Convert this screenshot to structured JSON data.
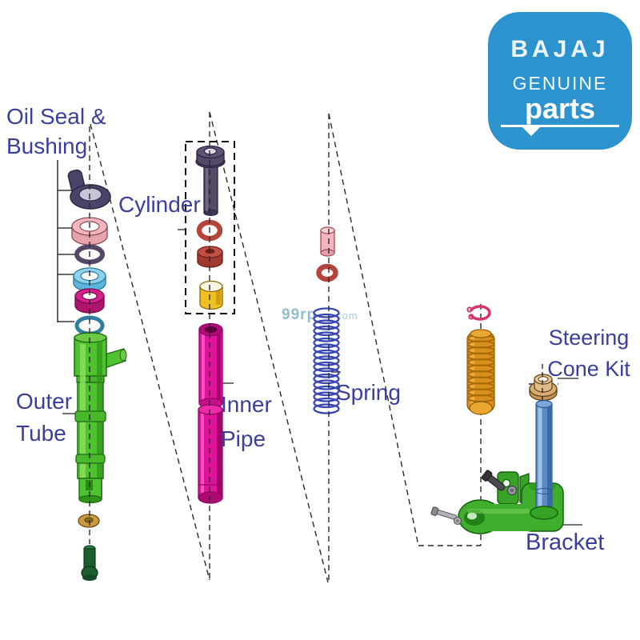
{
  "logo": {
    "brand": "BAJAJ",
    "genuine": "GENUINE",
    "parts": "parts",
    "bg_color": "#2d93cf",
    "text_color": "#ffffff"
  },
  "labels": {
    "color": "#3b3f9c",
    "oil_seal": {
      "line1": "Oil Seal &",
      "line2": "Bushing"
    },
    "cylinder": "Cylinder",
    "outer_tube": {
      "line1": "Outer",
      "line2": "Tube"
    },
    "inner_pipe": {
      "line1": "Inner",
      "line2": "Pipe"
    },
    "spring": "Spring",
    "steering_cone": {
      "line1": "Steering",
      "line2": "Cone Kit"
    },
    "bracket": "Bracket"
  },
  "watermark": {
    "part1": "99rp",
    "part2": "com"
  },
  "colors": {
    "oil_seal_part": "#4a4468",
    "bushing_pink": "#f2b6bc",
    "o_ring_purple": "#564667",
    "ring_cyan": "#8ed2ee",
    "ring_magenta": "#d6218c",
    "o_ring_teal": "#2e7f9e",
    "outer_tube_green": "#4fc230",
    "washer_gold": "#c89b3f",
    "drain_bolt_green": "#1e5e2e",
    "cylinder_bolt_purple": "#554a68",
    "o_ring_red": "#b5453a",
    "bush_red": "#c05044",
    "collar_yellow": "#f0c020",
    "inner_pipe_magenta": "#e0119a",
    "spacer_pink": "#f4b4bc",
    "spring_blue": "#3a46b4",
    "circlip_pink": "#d4346a",
    "dust_cover_orange": "#d98f1e",
    "cone_tan": "#e8c498",
    "stem_blue": "#5c8cc6",
    "bracket_green": "#3fae2c"
  }
}
